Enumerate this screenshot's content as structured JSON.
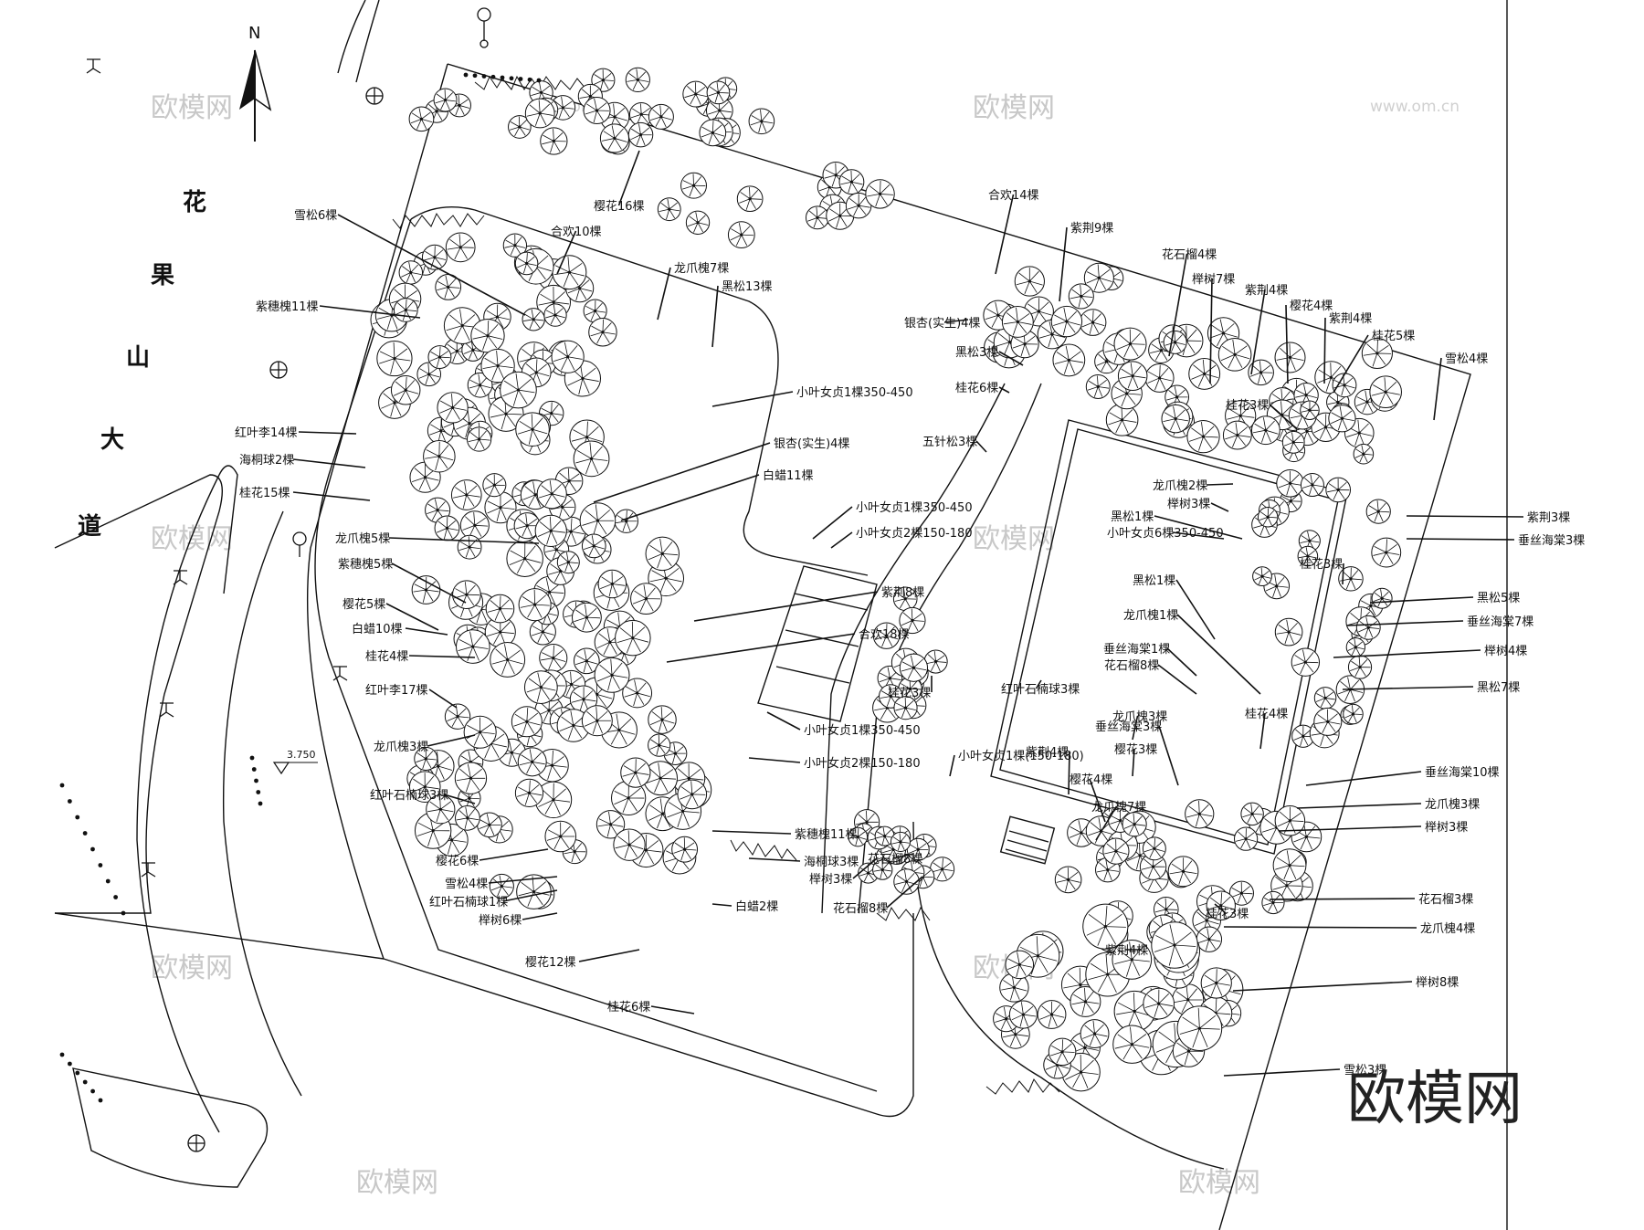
{
  "north_label": "N",
  "road_name": [
    "花",
    "果",
    "山",
    "大",
    "道"
  ],
  "elevation": "3.750",
  "brand": "欧模网",
  "watermark_text": "欧模网",
  "watermark_url": "www.om.cn",
  "plant_labels": [
    {
      "text": "雪松6棵"
    },
    {
      "text": "合欢10棵"
    },
    {
      "text": "樱花16棵"
    },
    {
      "text": "紫穗槐11棵"
    },
    {
      "text": "龙爪槐7棵"
    },
    {
      "text": "黑松13棵"
    },
    {
      "text": "小叶女贞1棵350-450"
    },
    {
      "text": "红叶李14棵"
    },
    {
      "text": "海桐球2棵"
    },
    {
      "text": "桂花15棵"
    },
    {
      "text": "银杏(实生)4棵"
    },
    {
      "text": "白蜡11棵"
    },
    {
      "text": "龙爪槐5棵"
    },
    {
      "text": "紫穗槐5棵"
    },
    {
      "text": "小叶女贞1棵350-450"
    },
    {
      "text": "小叶女贞2棵150-180"
    },
    {
      "text": "樱花5棵"
    },
    {
      "text": "白蜡10棵"
    },
    {
      "text": "紫荆8棵"
    },
    {
      "text": "合欢18棵"
    },
    {
      "text": "桂花4棵"
    },
    {
      "text": "红叶李17棵"
    },
    {
      "text": "龙爪槐3棵"
    },
    {
      "text": "小叶女贞1棵350-450"
    },
    {
      "text": "小叶女贞2棵150-180"
    },
    {
      "text": "红叶石楠球3棵"
    },
    {
      "text": "紫穗槐11棵"
    },
    {
      "text": "樱花6棵"
    },
    {
      "text": "海桐球3棵"
    },
    {
      "text": "雪松4棵"
    },
    {
      "text": "榉树3棵"
    },
    {
      "text": "红叶石楠球1棵"
    },
    {
      "text": "白蜡2棵"
    },
    {
      "text": "榉树6棵"
    },
    {
      "text": "花石榴8棵"
    },
    {
      "text": "樱花12棵"
    },
    {
      "text": "桂花6棵"
    },
    {
      "text": "合欢14棵"
    },
    {
      "text": "紫荆9棵"
    },
    {
      "text": "银杏(实生)4棵"
    },
    {
      "text": "黑松3棵"
    },
    {
      "text": "桂花6棵"
    },
    {
      "text": "五针松3棵"
    },
    {
      "text": "花石榴4棵"
    },
    {
      "text": "榉树7棵"
    },
    {
      "text": "紫荆4棵"
    },
    {
      "text": "樱花4棵"
    },
    {
      "text": "紫荆4棵"
    },
    {
      "text": "桂花5棵"
    },
    {
      "text": "雪松4棵"
    },
    {
      "text": "桂花3棵"
    },
    {
      "text": "龙爪槐2棵"
    },
    {
      "text": "榉树3棵"
    },
    {
      "text": "黑松1棵"
    },
    {
      "text": "小叶女贞6棵350-450"
    },
    {
      "text": "紫荆3棵"
    },
    {
      "text": "垂丝海棠3棵"
    },
    {
      "text": "桂花3棵"
    },
    {
      "text": "黑松1棵"
    },
    {
      "text": "龙爪槐1棵"
    },
    {
      "text": "黑松5棵"
    },
    {
      "text": "垂丝海棠7棵"
    },
    {
      "text": "垂丝海棠1棵"
    },
    {
      "text": "榉树4棵"
    },
    {
      "text": "花石榴8棵"
    },
    {
      "text": "黑松7棵"
    },
    {
      "text": "桂花3棵"
    },
    {
      "text": "红叶石楠球3棵"
    },
    {
      "text": "龙爪槐3棵"
    },
    {
      "text": "桂花4棵"
    },
    {
      "text": "垂丝海棠3棵"
    },
    {
      "text": "小叶女贞1棵(150-180)"
    },
    {
      "text": "紫荆4棵"
    },
    {
      "text": "樱花3棵"
    },
    {
      "text": "樱花4棵"
    },
    {
      "text": "龙爪槐7棵"
    },
    {
      "text": "垂丝海棠10棵"
    },
    {
      "text": "龙爪槐3棵"
    },
    {
      "text": "榉树3棵"
    },
    {
      "text": "花石榴8棵"
    },
    {
      "text": "桂花3棵"
    },
    {
      "text": "紫荆4棵"
    },
    {
      "text": "花石榴3棵"
    },
    {
      "text": "龙爪槐4棵"
    },
    {
      "text": "榉树8棵"
    },
    {
      "text": "雪松3棵"
    }
  ]
}
